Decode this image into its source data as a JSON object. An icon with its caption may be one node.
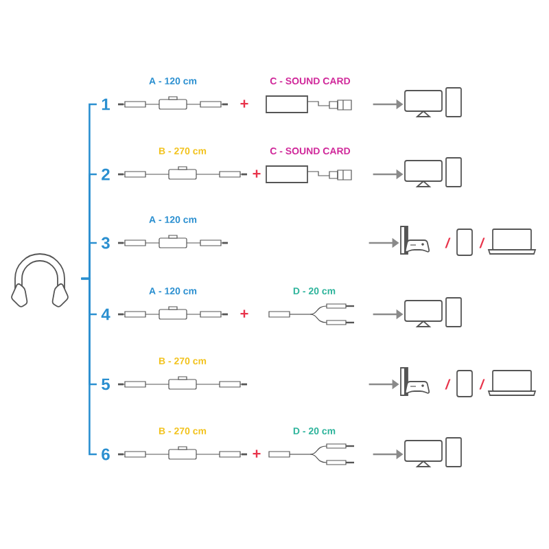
{
  "diagram": {
    "nodes": [
      {
        "text": [],
        "shape": "picture"
      },
      {
        "text": [
          "1"
        ]
      },
      {
        "text": [],
        "shape": "picture",
        "beside": [
          "A - 120 cm"
        ]
      },
      {
        "text": [],
        "shape": "picture",
        "beside": [
          "C - SOUND CARD"
        ]
      },
      {
        "text": [],
        "shape": "picture"
      },
      {
        "text": [
          "2"
        ]
      },
      {
        "text": [],
        "shape": "picture",
        "beside": [
          "B - 270 cm"
        ]
      },
      {
        "text": [],
        "shape": "picture",
        "beside": [
          "C - SOUND CARD"
        ]
      },
      {
        "text": [],
        "shape": "picture"
      },
      {
        "text": [
          "3"
        ]
      },
      {
        "text": [],
        "shape": "picture",
        "beside": [
          "A - 120 cm"
        ]
      },
      {
        "text": [],
        "shape": "picture"
      },
      {
        "text": [
          "4"
        ]
      },
      {
        "text": [],
        "shape": "picture",
        "beside": [
          "A - 120 cm"
        ]
      },
      {
        "text": [],
        "shape": "picture",
        "beside": [
          "D - 20 cm"
        ]
      },
      {
        "text": [],
        "shape": "picture"
      },
      {
        "text": [
          "5"
        ]
      },
      {
        "text": [],
        "shape": "picture",
        "beside": [
          "B - 270 cm"
        ]
      },
      {
        "text": [],
        "shape": "picture"
      },
      {
        "text": [
          "6"
        ]
      },
      {
        "text": [],
        "shape": "picture",
        "beside": [
          "B - 270 cm"
        ]
      },
      {
        "text": [],
        "shape": "picture",
        "beside": [
          "D - 20 cm"
        ]
      },
      {
        "text": [],
        "shape": "picture"
      }
    ],
    "edges": [
      {
        "from": 0,
        "to": 1,
        "arrow": "none",
        "color": "#2a8fd0"
      },
      {
        "from": 0,
        "to": 5,
        "arrow": "none",
        "color": "#2a8fd0"
      },
      {
        "from": 0,
        "to": 9,
        "arrow": "none",
        "color": "#2a8fd0"
      },
      {
        "from": 0,
        "to": 12,
        "arrow": "none",
        "color": "#2a8fd0"
      },
      {
        "from": 0,
        "to": 16,
        "arrow": "none",
        "color": "#2a8fd0"
      },
      {
        "from": 0,
        "to": 19,
        "arrow": "none",
        "color": "#2a8fd0"
      },
      {
        "from": null,
        "to": 4,
        "arrow": "to",
        "color": "#8a8a8a"
      },
      {
        "from": null,
        "to": 8,
        "arrow": "to",
        "color": "#8a8a8a"
      },
      {
        "from": null,
        "to": 11,
        "arrow": "to",
        "color": "#8a8a8a"
      },
      {
        "from": null,
        "to": 15,
        "arrow": "to",
        "color": "#8a8a8a"
      },
      {
        "from": null,
        "to": 18,
        "arrow": "to",
        "color": "#8a8a8a"
      },
      {
        "from": null,
        "to": 22,
        "arrow": "to",
        "color": "#8a8a8a"
      }
    ],
    "labels": [
      "+",
      "+",
      "/",
      "/",
      "+",
      "/",
      "/",
      "+"
    ]
  }
}
